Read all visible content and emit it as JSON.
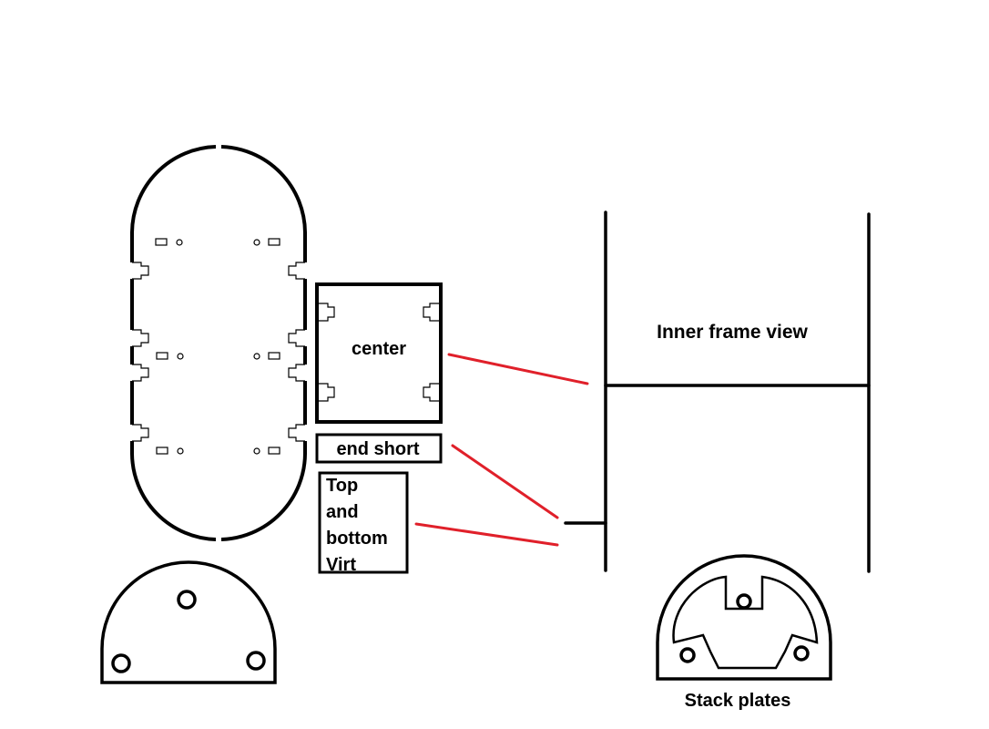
{
  "labels": {
    "center": "center",
    "end_short": "end short",
    "top_bottom_line1": "Top",
    "top_bottom_line2": "and",
    "top_bottom_line3": "bottom",
    "top_bottom_line4": "Virt",
    "inner_frame_view": "Inner frame view",
    "stack_plates": "Stack plates"
  },
  "colors": {
    "line": "#000000",
    "connector": "#e0202a",
    "background": "#ffffff"
  }
}
